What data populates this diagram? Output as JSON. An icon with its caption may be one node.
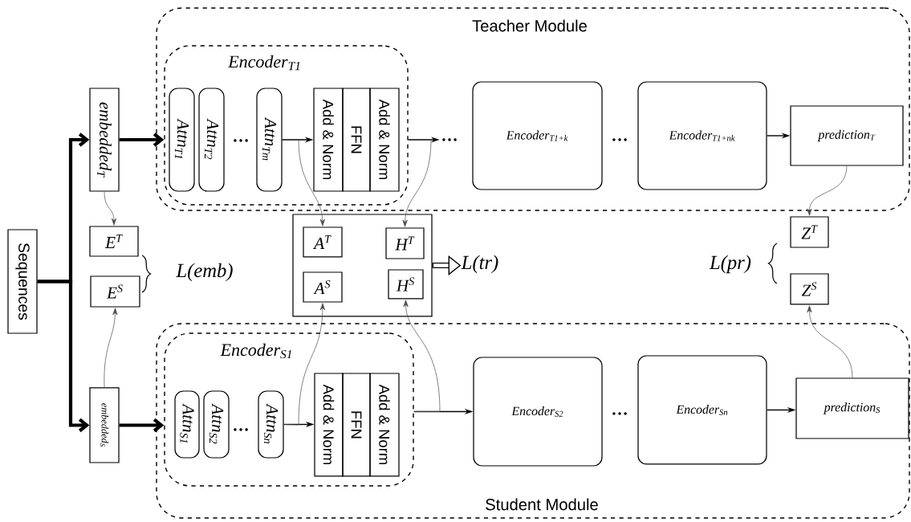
{
  "diagram": {
    "nodes": [
      {
        "text": [
          "Teacher Module"
        ]
      },
      {
        "text": [
          "Encoder$_{T1}$"
        ],
        "in": 0
      },
      {
        "text": [
          "Attn$_{T1}$"
        ],
        "in": 1
      },
      {
        "text": [
          "Attn$_{T2}$"
        ],
        "in": 1
      },
      {
        "text": [
          "Attn$_{Tm}$"
        ],
        "in": 1
      },
      {
        "text": [
          "Add & Norm"
        ],
        "in": 1
      },
      {
        "text": [
          "FFN"
        ],
        "in": 1
      },
      {
        "text": [
          "Add & Norm"
        ],
        "in": 1
      },
      {
        "text": [
          "Encoder$_{T1+k}$"
        ],
        "in": 0
      },
      {
        "text": [
          "Encoder$_{T1+nk}$"
        ],
        "in": 0
      },
      {
        "text": [
          "prediction$_{T}$"
        ],
        "in": 0
      },
      {
        "text": [
          "Sequences"
        ]
      },
      {
        "text": [
          "embedded$_{T}$"
        ]
      },
      {
        "text": [
          "E$^{T}$"
        ]
      },
      {
        "text": [
          "E$^{S}$"
        ]
      },
      {
        "text": [
          "embedded$_{S}$"
        ]
      },
      {
        "text": [],
        "shape": "box"
      },
      {
        "text": [
          "A$^{T}$"
        ],
        "in": 16
      },
      {
        "text": [
          "H$^{T}$"
        ],
        "in": 16
      },
      {
        "text": [
          "A$^{S}$"
        ],
        "in": 16
      },
      {
        "text": [
          "H$^{S}$"
        ],
        "in": 16
      },
      {
        "text": [
          "Z$^{T}$"
        ]
      },
      {
        "text": [
          "Z$^{S}$"
        ]
      },
      {
        "text": [
          "Student Module"
        ]
      },
      {
        "text": [
          "Encoder$_{S1}$"
        ],
        "in": 23
      },
      {
        "text": [
          "Attn$_{S1}$"
        ],
        "in": 24
      },
      {
        "text": [
          "Attn$_{S2}$"
        ],
        "in": 24
      },
      {
        "text": [
          "Attn$_{Sn}$"
        ],
        "in": 24
      },
      {
        "text": [
          "Add & Norm"
        ],
        "in": 24
      },
      {
        "text": [
          "FFN"
        ],
        "in": 24
      },
      {
        "text": [
          "Add & Norm"
        ],
        "in": 24
      },
      {
        "text": [
          "Encoder$_{S2}$"
        ],
        "in": 23
      },
      {
        "text": [
          "Encoder$_{Sn}$"
        ],
        "in": 23
      },
      {
        "text": [
          "prediction$_{S}$"
        ],
        "in": 23
      },
      {
        "text": [
          "L(tr)"
        ]
      },
      {
        "text": [
          "…"
        ],
        "in": 0
      }
    ],
    "edges": [
      {
        "from": 11,
        "to": 12,
        "arrow": "to",
        "style": "thick"
      },
      {
        "from": 11,
        "to": 15,
        "arrow": "to",
        "style": "thick"
      },
      {
        "from": 12,
        "to": 1,
        "arrow": "to",
        "style": "thick"
      },
      {
        "from": 15,
        "to": 24,
        "arrow": "to",
        "style": "thick"
      },
      {
        "from": 4,
        "to": 5,
        "arrow": "to"
      },
      {
        "from": 1,
        "to": 35,
        "arrow": "to"
      },
      {
        "from": 9,
        "to": 10,
        "arrow": "to"
      },
      {
        "from": 4,
        "to": 17,
        "arrow": "to"
      },
      {
        "from": 1,
        "to": 18,
        "arrow": "to"
      },
      {
        "from": 12,
        "to": 13,
        "arrow": "to"
      },
      {
        "from": 15,
        "to": 14,
        "arrow": "to"
      },
      {
        "from": 10,
        "to": 21,
        "arrow": "to"
      },
      {
        "from": 33,
        "to": 22,
        "arrow": "to"
      },
      {
        "from": 27,
        "to": 28,
        "arrow": "to"
      },
      {
        "from": 27,
        "to": 19,
        "arrow": "to"
      },
      {
        "from": 24,
        "to": 31,
        "arrow": "to"
      },
      {
        "from": 24,
        "to": 20,
        "arrow": "to"
      },
      {
        "from": 32,
        "to": 33,
        "arrow": "to"
      },
      {
        "from": 16,
        "to": 34,
        "arrow": "to",
        "style": "thick"
      }
    ],
    "labels": [
      "L(emb)",
      "L(pr)",
      "…",
      "…",
      "…",
      "…"
    ]
  }
}
